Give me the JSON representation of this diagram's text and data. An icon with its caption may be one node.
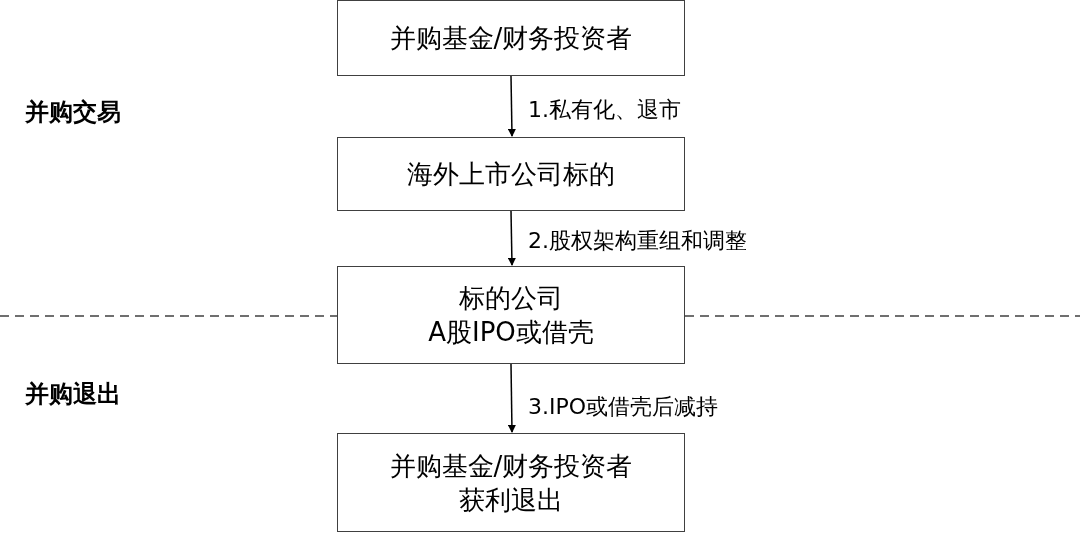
{
  "diagram": {
    "nodes": [
      {
        "text": [
          "并购基金/财务投资者"
        ]
      },
      {
        "text": [
          "海外上市公司标的"
        ]
      },
      {
        "text": [
          "标的公司",
          "A股IPO或借壳"
        ]
      },
      {
        "text": [
          "并购基金/财务投资者",
          "获利退出"
        ]
      }
    ],
    "edges": [
      {
        "from": 0,
        "to": 1,
        "arrow": "to",
        "label": "1.私有化、退市"
      },
      {
        "from": 1,
        "to": 2,
        "arrow": "to",
        "label": "2.股权架构重组和调整"
      },
      {
        "from": 2,
        "to": 3,
        "arrow": "to",
        "label": "3.IPO或借壳后减持"
      }
    ],
    "labels": [
      "并购交易",
      "并购退出"
    ]
  }
}
